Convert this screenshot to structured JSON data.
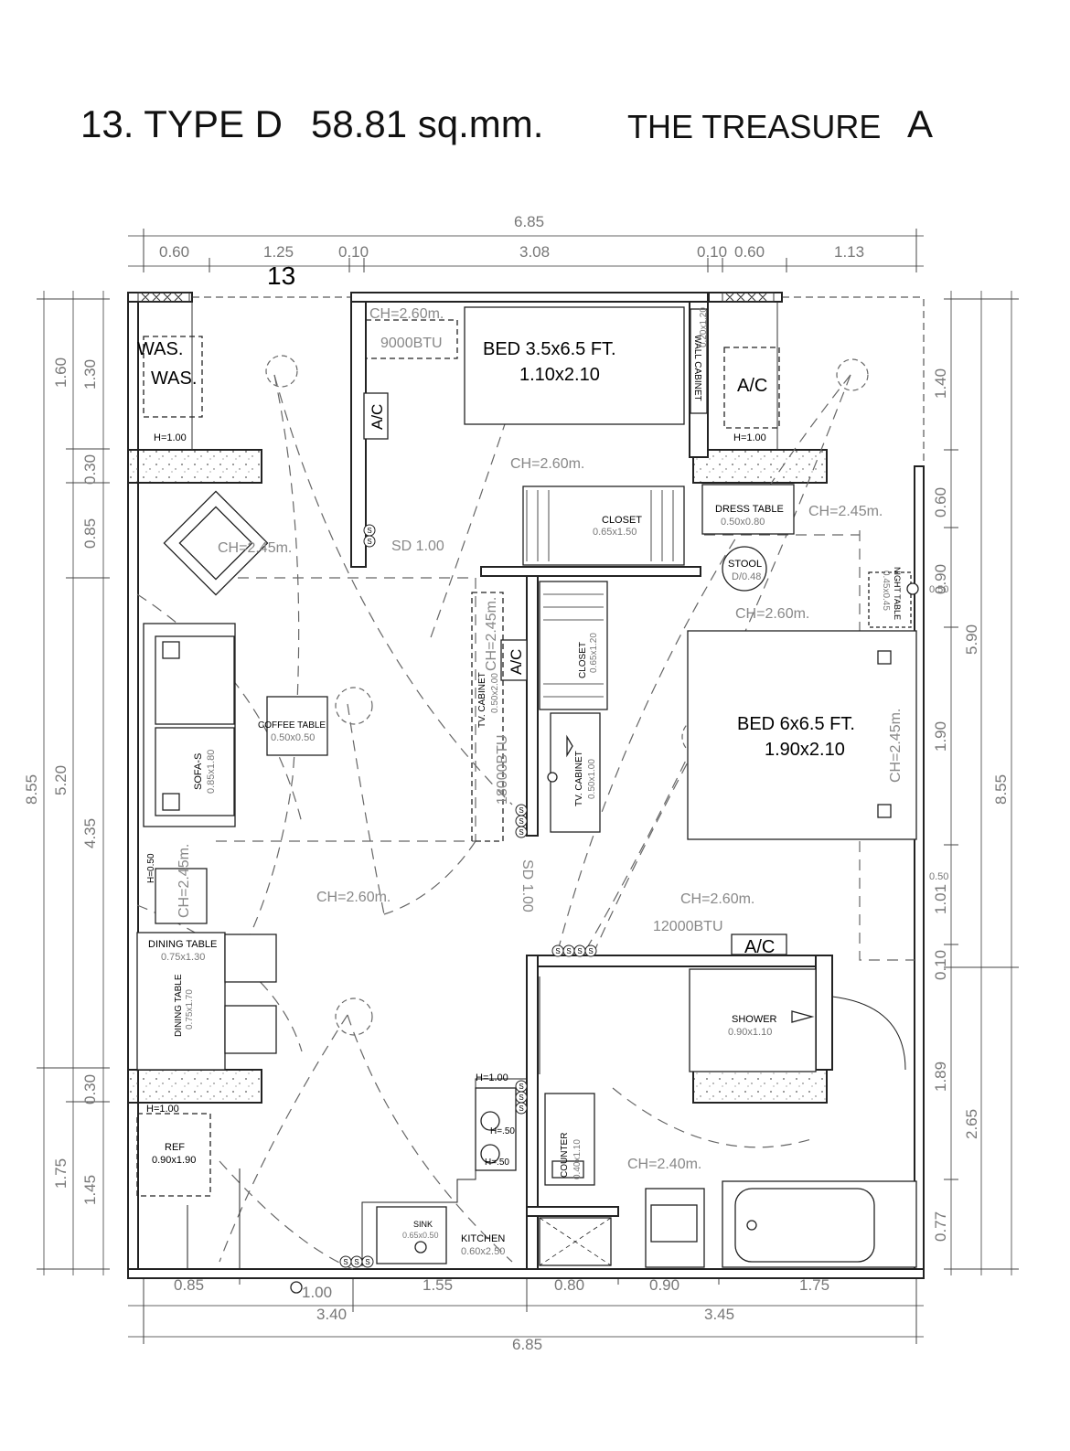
{
  "header": {
    "unit_title": "13. TYPE D",
    "area": "58.81 sq.mm.",
    "project": "THE TREASURE",
    "building": "A"
  },
  "unit_number": "13",
  "dims": {
    "top_total": "6.85",
    "top_segments": [
      "0.60",
      "1.25",
      "0.10",
      "3.08",
      "0.10",
      "0.60",
      "1.13"
    ],
    "bottom_segments": [
      "0.85",
      "1.00",
      "1.55",
      "0.80",
      "0.90",
      "1.75"
    ],
    "bottom_subtotals": [
      "3.40",
      "3.45"
    ],
    "bottom_total": "6.85",
    "left_total": "8.55",
    "left_mid": [
      "1.60",
      "5.20",
      "1.75"
    ],
    "left_inner": [
      "1.30",
      "0.30",
      "0.85",
      "4.35",
      "0.30",
      "1.45"
    ],
    "right_total": "8.55",
    "right_mid": [
      "5.90",
      "2.65"
    ],
    "right_inner": [
      "1.40",
      "0.60",
      "0.90",
      "1.90",
      "1.01",
      "0.10",
      "1.89",
      "0.77"
    ],
    "right_small": [
      "0.50",
      "0.50"
    ]
  },
  "rooms": {
    "was1": "WAS.",
    "was2": "WAS.",
    "h100": "H=1.00",
    "ch260m": "CH=2.60m.",
    "ch245m": "CH=2.45m.",
    "ch240m": "CH=2.40m.",
    "btu9000": "9000BTU",
    "btu18000": "18000BTU",
    "btu12000": "12000BTU",
    "ac": "A/C",
    "bed1": "BED   3.5x6.5 FT.",
    "bed1_size": "1.10x2.10",
    "wall_cabinet": "WALL CABINET",
    "wall_cabinet_size": "0.20x1.20",
    "closet": "CLOSET",
    "closet1_size": "0.65x1.50",
    "closet2_size": "0.65x1.20",
    "dress_table": "DRESS TABLE",
    "dress_table_size": "0.50x0.80",
    "stool": "STOOL",
    "stool_size": "D/0.48",
    "night_table": "NIGHT TABLE",
    "night_table_size": "0.45x0.45",
    "sd": "SD  1.00",
    "sd_v": "SD 1.00",
    "tv_cabinet": "TV. CABINET",
    "tv1_size": "0.50x2.00",
    "tv2_size": "0.50x1.00",
    "coffee_table": "COFFEE TABLE",
    "coffee_table_size": "0.50x0.50",
    "sofa": "SOFA-S",
    "sofa_size": "0.85x1.80",
    "bed2": "BED   6x6.5 FT.",
    "bed2_size": "1.90x2.10",
    "h050": "H=0.50",
    "h050b": "H=.50",
    "dining_table": "DINING TABLE",
    "dining_size": "0.75x1.30",
    "dining_size_v": "0.75x1.70",
    "shower": "SHOWER",
    "shower_size": "0.90x1.10",
    "ref": "REF",
    "ref_size": "0.90x1.90",
    "counter": "COUNTER",
    "counter_size": "0.40x1.10",
    "sink": "SINK",
    "sink_size": "0.65x0.50",
    "kitchen": "KITCHEN",
    "kitchen_size": "0.60x2.50",
    "switch": "S"
  },
  "colors": {
    "line": "#222222",
    "light": "#888888",
    "wall_fill": "#ffffff"
  }
}
